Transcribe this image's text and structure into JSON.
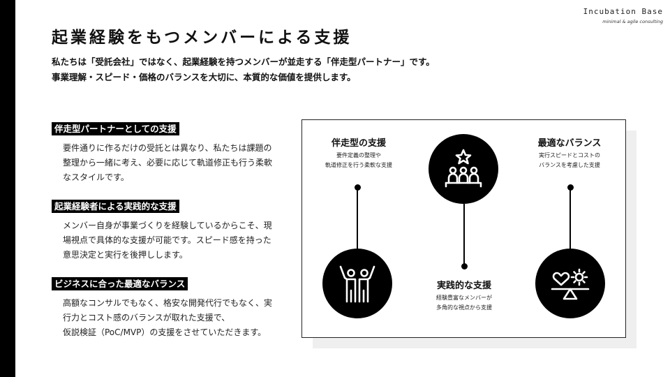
{
  "brand": {
    "name": "Incubation Base",
    "tagline": "minimal & agile consulting"
  },
  "title": "起業経験をもつメンバーによる支援",
  "lead": {
    "line1": "私たちは「受託会社」ではなく、起業経験を持つメンバーが並走する「伴走型パートナー」です。",
    "line2": "事業理解・スピード・価格のバランスを大切に、本質的な価値を提供します。"
  },
  "points": [
    {
      "heading": "伴走型パートナーとしての支援",
      "line1": "要件通りに作るだけの受託とは異なり、私たちは課題の",
      "line2": "整理から一緒に考え、必要に応じて軌道修正も行う柔軟",
      "line3": "なスタイルです。"
    },
    {
      "heading": "起業経験者による実践的な支援",
      "line1": "メンバー自身が事業づくりを経験しているからこそ、現",
      "line2": "場視点で具体的な支援が可能です。スピード感を持った",
      "line3": "意思決定と実行を後押しします。"
    },
    {
      "heading": "ビジネスに合った最適なバランス",
      "line1": "高額なコンサルでもなく、格安な開発代行でもなく、実",
      "line2": "行力とコスト感のバランスが取れた支援で、",
      "line3": "仮説検証（PoC/MVP）の支援をさせていただきます。"
    }
  ],
  "diagram": {
    "left": {
      "title": "伴走型の支援",
      "sub1": "要件定義の整理や",
      "sub2": "軌道修正を行う柔軟な支援",
      "icon": "team-cheer-icon"
    },
    "center": {
      "title": "実践的な支援",
      "sub1": "経験豊富なメンバーが",
      "sub2": "多角的な視点から支援",
      "icon": "star-team-icon"
    },
    "right": {
      "title": "最適なバランス",
      "sub1": "実行スピードとコストの",
      "sub2": "バランスを考慮した支援",
      "icon": "balance-scale-icon"
    }
  },
  "colors": {
    "accent": "#000000",
    "shadow": "#efefef"
  }
}
